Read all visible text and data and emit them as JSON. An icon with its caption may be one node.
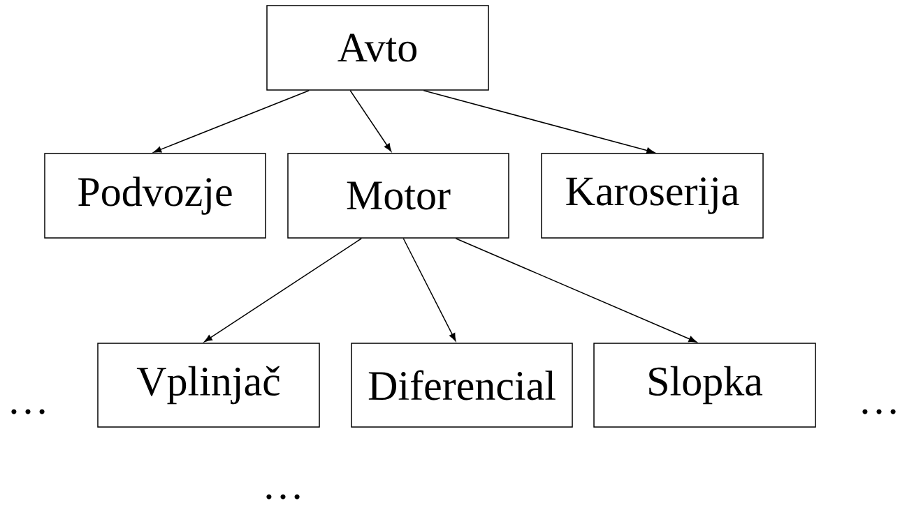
{
  "diagram": {
    "nodes": [
      {
        "text": [
          "Avto"
        ]
      },
      {
        "text": [
          "Podvozje"
        ]
      },
      {
        "text": [
          "Motor"
        ]
      },
      {
        "text": [
          "Karoserija"
        ]
      },
      {
        "text": [
          "Vplinjač"
        ]
      },
      {
        "text": [
          "Diferencial"
        ]
      },
      {
        "text": [
          "Slopka"
        ]
      }
    ],
    "edges": [
      {
        "from": 0,
        "to": 1,
        "arrow": "to"
      },
      {
        "from": 0,
        "to": 2,
        "arrow": "to"
      },
      {
        "from": 0,
        "to": 3,
        "arrow": "to"
      },
      {
        "from": 2,
        "to": 4,
        "arrow": "to"
      },
      {
        "from": 2,
        "to": 5,
        "arrow": "to"
      },
      {
        "from": 2,
        "to": 6,
        "arrow": "to"
      }
    ],
    "labels": [
      "…",
      "…",
      "…"
    ]
  }
}
